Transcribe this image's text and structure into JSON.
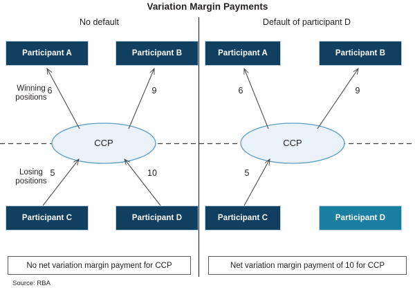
{
  "chart_data": {
    "type": "diagram",
    "title": "Variation Margin Payments",
    "source": "Source: RBA",
    "panels": [
      {
        "id": "no-default",
        "label": "No default",
        "hub": "CCP",
        "winning_label_line1": "Winning",
        "winning_label_line2": "positions",
        "losing_label_line1": "Losing",
        "losing_label_line2": "positions",
        "caption": "No net variation margin payment for CCP",
        "nodes": [
          {
            "id": "A",
            "label": "Participant A",
            "state": "normal"
          },
          {
            "id": "B",
            "label": "Participant B",
            "state": "normal"
          },
          {
            "id": "C",
            "label": "Participant C",
            "state": "normal"
          },
          {
            "id": "D",
            "label": "Participant D",
            "state": "normal"
          }
        ],
        "flows": [
          {
            "from": "CCP",
            "to": "A",
            "value": "6",
            "direction": "out"
          },
          {
            "from": "CCP",
            "to": "B",
            "value": "9",
            "direction": "out"
          },
          {
            "from": "C",
            "to": "CCP",
            "value": "5",
            "direction": "in"
          },
          {
            "from": "D",
            "to": "CCP",
            "value": "10",
            "direction": "in"
          }
        ]
      },
      {
        "id": "default-of-d",
        "label": "Default of participant D",
        "hub": "CCP",
        "caption": "Net variation margin payment of 10 for CCP",
        "nodes": [
          {
            "id": "A",
            "label": "Participant A",
            "state": "normal"
          },
          {
            "id": "B",
            "label": "Participant B",
            "state": "normal"
          },
          {
            "id": "C",
            "label": "Participant C",
            "state": "normal"
          },
          {
            "id": "D",
            "label": "Participant D",
            "state": "defaulted"
          }
        ],
        "flows": [
          {
            "from": "CCP",
            "to": "A",
            "value": "6",
            "direction": "out"
          },
          {
            "from": "CCP",
            "to": "B",
            "value": "9",
            "direction": "out"
          },
          {
            "from": "C",
            "to": "CCP",
            "value": "5",
            "direction": "in"
          }
        ]
      }
    ],
    "colors": {
      "node_normal": "#103f60",
      "node_defaulted": "#1a7fa0",
      "hub_fill": "#e9f2f9",
      "hub_stroke": "#5b9bc4",
      "arrow": "#4a4a4a",
      "divider": "#231f20",
      "text": "#231f20"
    },
    "notes": {
      "divider": "vertical solid line separating the two panels",
      "baseline": "horizontal dashed line across full width at the CCP level"
    }
  }
}
